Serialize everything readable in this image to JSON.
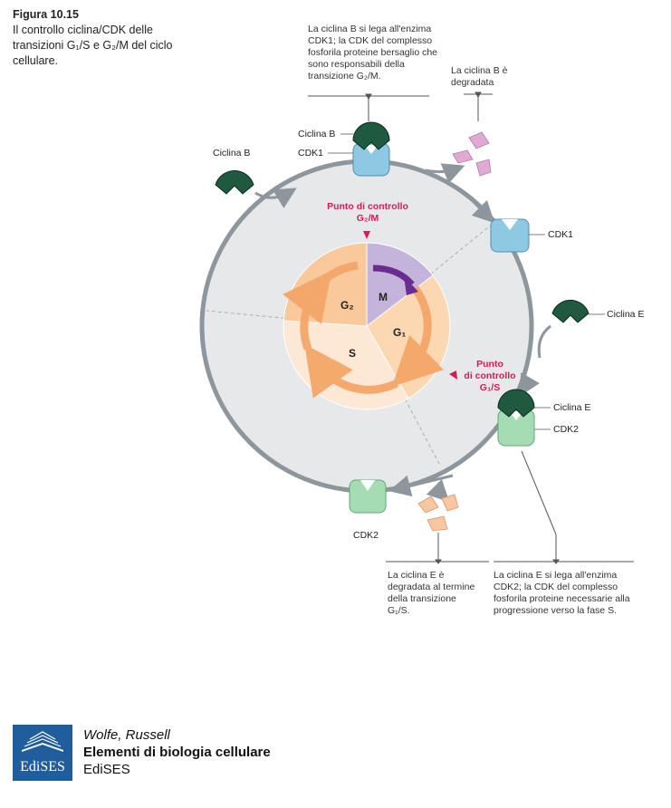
{
  "figure": {
    "number": "Figura 10.15",
    "caption": "Il controllo ciclina/CDK delle transizioni G₁/S e G₂/M del ciclo cellulare."
  },
  "annotations": {
    "cdk1_binding": "La ciclina B si lega all'enzima CDK1; la CDK del complesso fosforila proteine bersaglio che sono responsabili della transizione G₂/M.",
    "cyclin_b_degraded": "La ciclina B è degradata",
    "cyclin_e_degraded": "La ciclina E è degradata al termine della transizione G₁/S.",
    "cdk2_binding": "La ciclina E si lega all'enzima CDK2; la CDK del complesso fosforila proteine necessarie alla progressione verso la fase S."
  },
  "labels": {
    "cyclin_b_free": "Ciclina B",
    "cyclin_b_bound": "Ciclina B",
    "cdk1_top": "CDK1",
    "cdk1_right": "CDK1",
    "cyclin_e_free": "Ciclina E",
    "cyclin_e_bound": "Ciclina E",
    "cdk2_right": "CDK2",
    "cdk2_bottom": "CDK2"
  },
  "checkpoints": {
    "g2m_line1": "Punto di controllo",
    "g2m_line2": "G₂/M",
    "g1s_line1": "Punto",
    "g1s_line2": "di controllo",
    "g1s_line3": "G₁/S"
  },
  "phases": {
    "m": "M",
    "g1": "G₁",
    "s": "S",
    "g2": "G₂"
  },
  "footer": {
    "authors": "Wolfe, Russell",
    "book_title": "Elementi di biologia cellulare",
    "publisher": "EdiSES",
    "logo_text": "EdiSES"
  },
  "colors": {
    "outer_ring": "#8d969c",
    "outer_fill": "#e7e8ea",
    "phase_m": "#c4b4dc",
    "phase_g1": "#fcd8b2",
    "phase_s": "#fde8d6",
    "phase_g2": "#f9c99c",
    "inner_arrow": "#f4a668",
    "m_arrow": "#6a2d8f",
    "checkpoint": "#d81b55",
    "cdk1": "#8ec9e4",
    "cdk2": "#a6dcb4",
    "cyclin": "#1f5a40",
    "cyclin_b_fragment": "#dfaad4",
    "cyclin_e_fragment": "#f8c6a0"
  }
}
